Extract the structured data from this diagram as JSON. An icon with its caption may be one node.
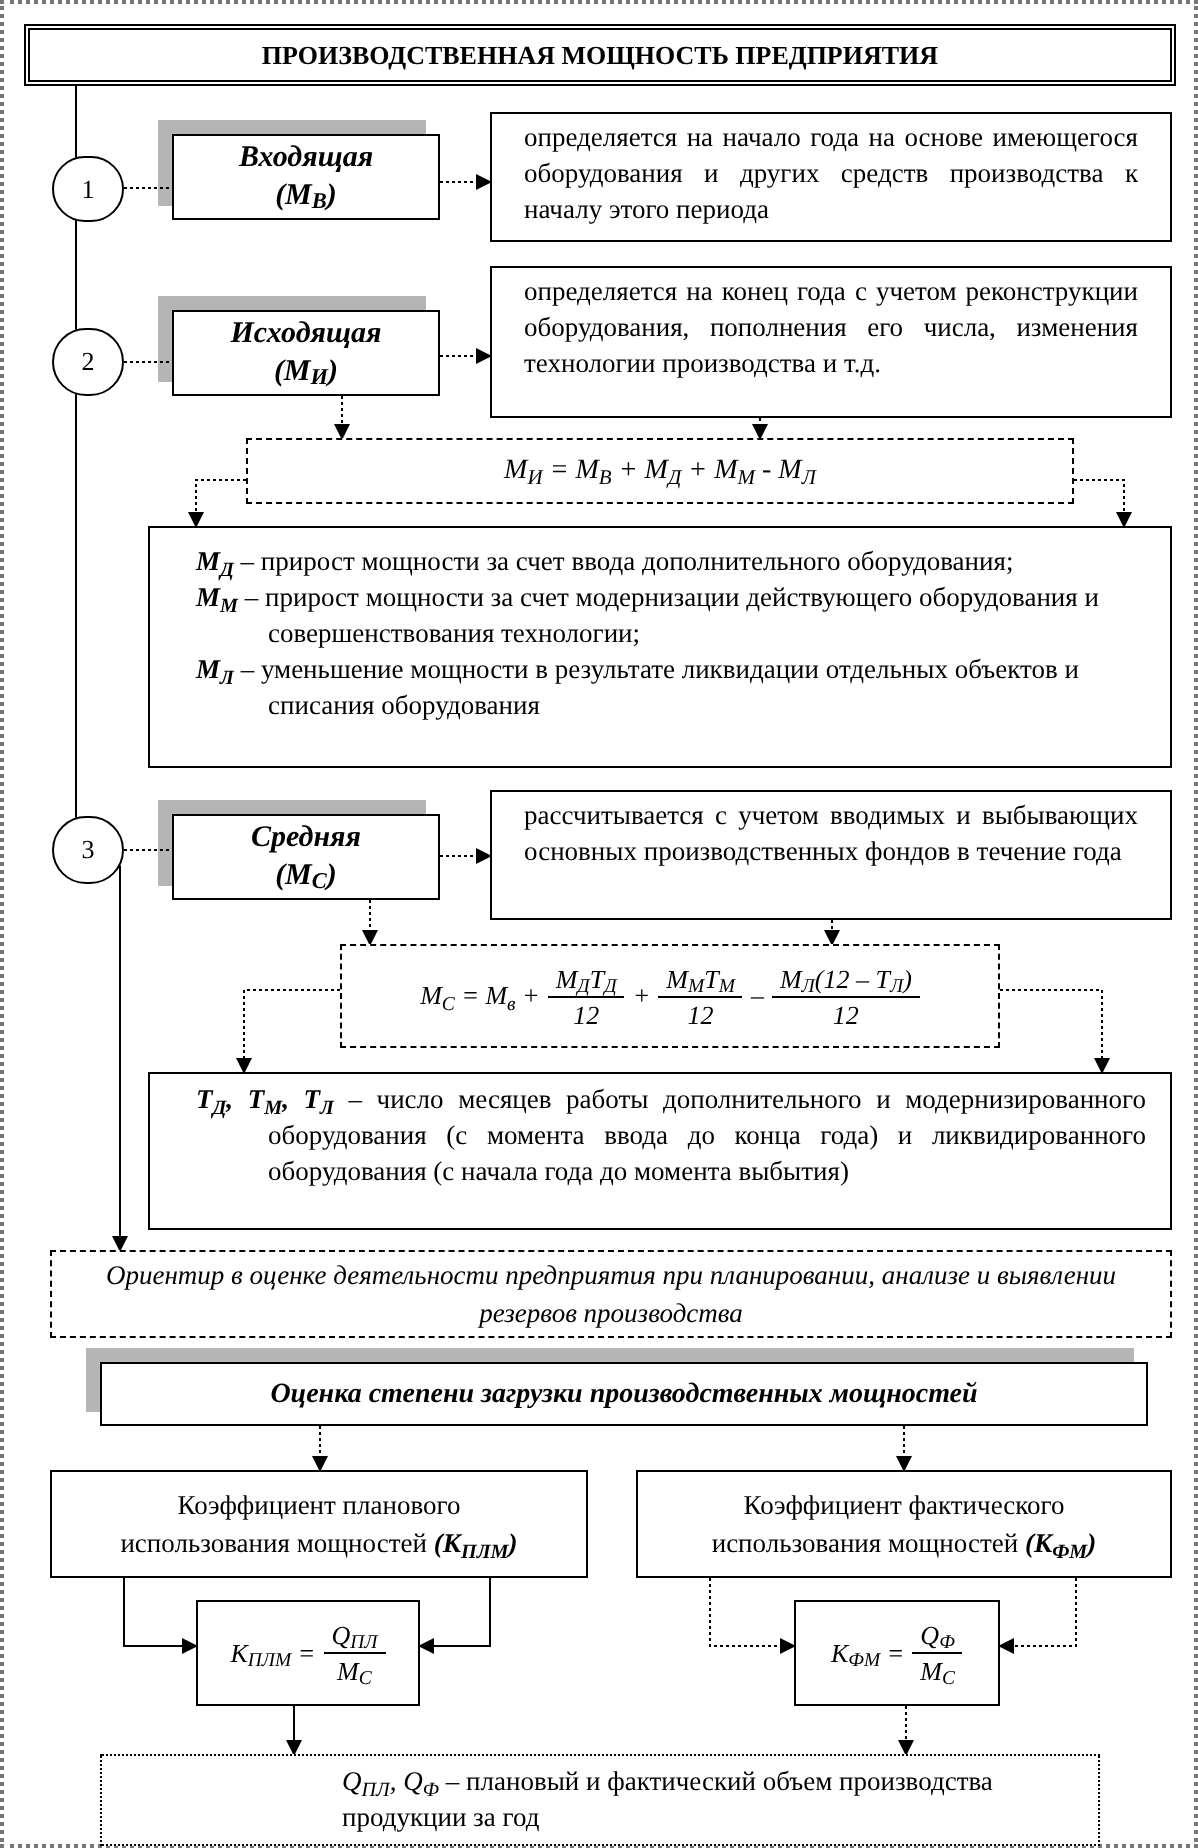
{
  "diagram": {
    "nodes": [
      {
        "text": [
          "ПРОИЗВОДСТВЕННАЯ МОЩНОСТЬ ПРЕДПРИЯТИЯ"
        ]
      },
      {
        "text": [
          "1"
        ]
      },
      {
        "text": [
          "Входящая (М$_{В}$)"
        ]
      },
      {
        "text": [
          "определяется на начало года на основе имеющегося оборудования и других средств производства к началу этого периода"
        ]
      },
      {
        "text": [
          "2"
        ]
      },
      {
        "text": [
          "Исходящая (М$_{И}$)"
        ]
      },
      {
        "text": [
          "определяется на конец года с учетом реконструкции оборудования, пополнения его числа, изменения технологии производства и т.д."
        ]
      },
      {
        "text": [
          "М$_{И}$ = М$_{В}$ + М$_{Д}$ + М$_{М}$ - М$_{Л}$"
        ]
      },
      {
        "text": [
          "**М$_{Д}$** – прирост мощности за счет ввода дополнительного оборудования;",
          "**М$_{М}$** – прирост мощности за счет модернизации действующего оборудования и совершенствования технологии;",
          "**М$_{Л}$** – уменьшение мощности в результате ликвидации отдельных объектов и списания оборудования"
        ]
      },
      {
        "text": [
          "3"
        ]
      },
      {
        "text": [
          "Средняя (М$_{С}$)"
        ]
      },
      {
        "text": [
          "рассчитывается с учетом вводимых и выбывающих основных производственных фондов в течение года"
        ]
      },
      {
        "text": [
          "М$_{С}$ = М$_{в}$ +",
          "М$_{Д}$Т$_{Д}$",
          "12",
          "+",
          "М$_{М}$Т$_{М}$",
          "12",
          "–",
          "М$_{Л}$(12 – Т$_{Л}$)",
          "12"
        ]
      },
      {
        "text": [
          "**Т$_{Д}$, Т$_{М}$, Т$_{Л}$** – число месяцев работы дополнительного и модернизированного оборудования (с момента ввода до конца года) и ликвидированного оборудования (с начала года до момента выбытия)"
        ]
      },
      {
        "text": [
          "Ориентир в оценке деятельности предприятия при планировании, анализе и выявлении резервов производства"
        ]
      },
      {
        "text": [
          "Оценка степени загрузки производственных мощностей"
        ]
      },
      {
        "text": [
          "Коэффициент планового использования мощностей **(К$_{ПЛМ}$)**"
        ]
      },
      {
        "text": [
          "Коэффициент фактического использования мощностей **(К$_{ФМ}$)**"
        ]
      },
      {
        "text": [
          "К$_{ПЛМ}$ =",
          "Q$_{ПЛ}$",
          "М$_{С}$"
        ]
      },
      {
        "text": [
          "К$_{ФМ}$ =",
          "Q$_{Ф}$",
          "М$_{С}$"
        ]
      },
      {
        "text": [
          "*Q$_{ПЛ}$, Q$_{Ф}$* – плановый и фактический объем производства продукции за год"
        ]
      }
    ],
    "edges": [
      {
        "from": 0,
        "to": 1,
        "arrow": "none"
      },
      {
        "from": 1,
        "to": 4,
        "arrow": "none"
      },
      {
        "from": 4,
        "to": 9,
        "arrow": "none"
      },
      {
        "from": 1,
        "to": 2,
        "arrow": "none",
        "style": "dashed"
      },
      {
        "from": 2,
        "to": 3,
        "arrow": "to",
        "style": "dashed"
      },
      {
        "from": 4,
        "to": 5,
        "arrow": "none",
        "style": "dashed"
      },
      {
        "from": 5,
        "to": 6,
        "arrow": "to",
        "style": "dashed"
      },
      {
        "from": 5,
        "to": 7,
        "arrow": "to",
        "style": "dashed"
      },
      {
        "from": 6,
        "to": 7,
        "arrow": "to",
        "style": "dashed"
      },
      {
        "from": 7,
        "to": 8,
        "arrow": "to",
        "style": "dashed"
      },
      {
        "from": 7,
        "to": 8,
        "arrow": "to",
        "style": "dashed"
      },
      {
        "from": 9,
        "to": 10,
        "arrow": "none",
        "style": "dashed"
      },
      {
        "from": 10,
        "to": 11,
        "arrow": "to",
        "style": "dashed"
      },
      {
        "from": 10,
        "to": 12,
        "arrow": "to",
        "style": "dashed"
      },
      {
        "from": 11,
        "to": 12,
        "arrow": "to",
        "style": "dashed"
      },
      {
        "from": 12,
        "to": 13,
        "arrow": "to",
        "style": "dashed"
      },
      {
        "from": 12,
        "to": 13,
        "arrow": "to",
        "style": "dashed"
      },
      {
        "from": 9,
        "to": 14,
        "arrow": "to"
      },
      {
        "from": 15,
        "to": 16,
        "arrow": "to",
        "style": "dashed"
      },
      {
        "from": 15,
        "to": 17,
        "arrow": "to",
        "style": "dashed"
      },
      {
        "from": 16,
        "to": 18,
        "arrow": "to"
      },
      {
        "from": 16,
        "to": 18,
        "arrow": "to"
      },
      {
        "from": 17,
        "to": 19,
        "arrow": "to",
        "style": "dashed"
      },
      {
        "from": 17,
        "to": 19,
        "arrow": "to",
        "style": "dashed"
      },
      {
        "from": 18,
        "to": 20,
        "arrow": "to"
      },
      {
        "from": 19,
        "to": 20,
        "arrow": "to",
        "style": "dashed"
      }
    ]
  }
}
